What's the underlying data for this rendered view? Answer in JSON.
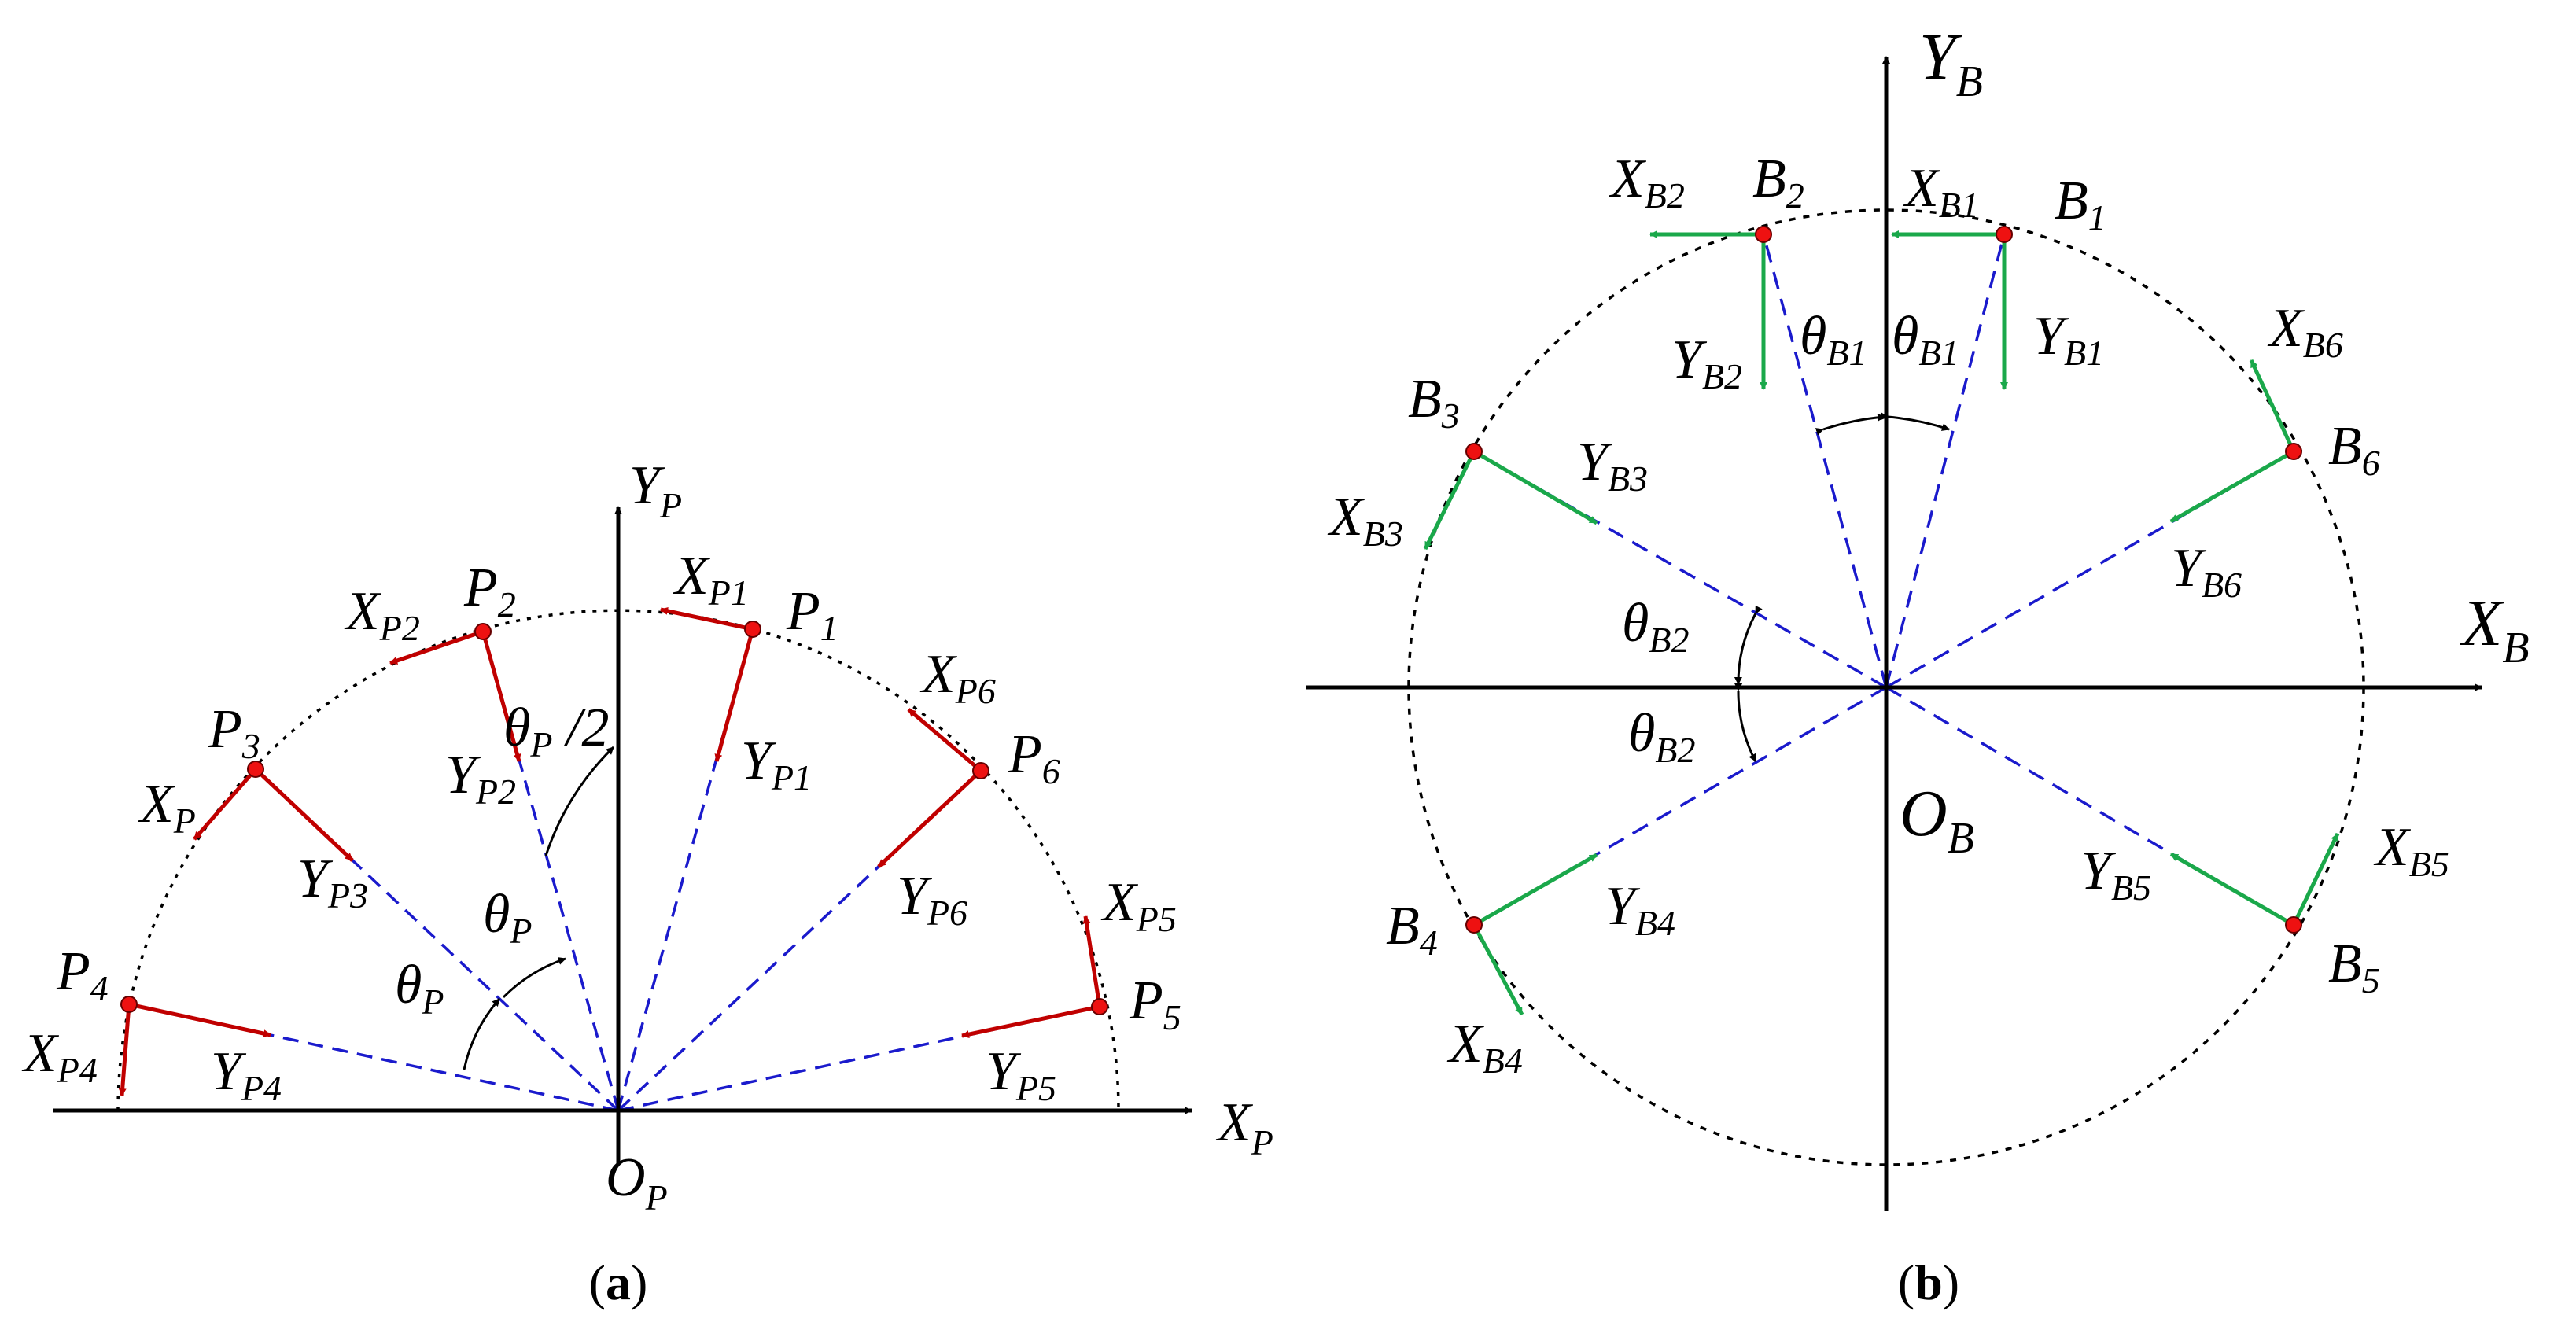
{
  "colors": {
    "platform_vector": "#c00000",
    "base_vector": "#1aa84a",
    "radial_line": "#1a1acc",
    "point_fill": "#ee1111",
    "circle": "#000000",
    "axis": "#000000"
  },
  "panel_a": {
    "caption": "a",
    "axis_x": {
      "main": "X",
      "sub": "P"
    },
    "axis_y": {
      "main": "Y",
      "sub": "P"
    },
    "origin": {
      "main": "O",
      "sub": "P"
    },
    "angle_half": {
      "main": "θ",
      "sub": "P",
      "suffix": " /2"
    },
    "angle_1": {
      "main": "θ",
      "sub": "P"
    },
    "angle_2": {
      "main": "θ",
      "sub": "P"
    },
    "points": [
      {
        "name": {
          "main": "P",
          "sub": "1"
        },
        "x_vec": {
          "main": "X",
          "sub": "P1"
        },
        "y_vec": {
          "main": "Y",
          "sub": "P1"
        }
      },
      {
        "name": {
          "main": "P",
          "sub": "2"
        },
        "x_vec": {
          "main": "X",
          "sub": "P2"
        },
        "y_vec": {
          "main": "Y",
          "sub": "P2"
        }
      },
      {
        "name": {
          "main": "P",
          "sub": "3"
        },
        "x_vec": {
          "main": "X",
          "sub": "P"
        },
        "y_vec": {
          "main": "Y",
          "sub": "P3"
        }
      },
      {
        "name": {
          "main": "P",
          "sub": "4"
        },
        "x_vec": {
          "main": "X",
          "sub": "P4"
        },
        "y_vec": {
          "main": "Y",
          "sub": "P4"
        }
      },
      {
        "name": {
          "main": "P",
          "sub": "5"
        },
        "x_vec": {
          "main": "X",
          "sub": "P5"
        },
        "y_vec": {
          "main": "Y",
          "sub": "P5"
        }
      },
      {
        "name": {
          "main": "P",
          "sub": "6"
        },
        "x_vec": {
          "main": "X",
          "sub": "P6"
        },
        "y_vec": {
          "main": "Y",
          "sub": "P6"
        }
      }
    ]
  },
  "panel_b": {
    "caption": "b",
    "axis_x": {
      "main": "X",
      "sub": "B"
    },
    "axis_y": {
      "main": "Y",
      "sub": "B"
    },
    "origin": {
      "main": "O",
      "sub": "B"
    },
    "angle_b1_left": {
      "main": "θ",
      "sub": "B1"
    },
    "angle_b1_right": {
      "main": "θ",
      "sub": "B1"
    },
    "angle_b2_upper": {
      "main": "θ",
      "sub": "B2"
    },
    "angle_b2_lower": {
      "main": "θ",
      "sub": "B2"
    },
    "points": [
      {
        "name": {
          "main": "B",
          "sub": "1"
        },
        "x_vec": {
          "main": "X",
          "sub": "B1"
        },
        "y_vec": {
          "main": "Y",
          "sub": "B1"
        }
      },
      {
        "name": {
          "main": "B",
          "sub": "2"
        },
        "x_vec": {
          "main": "X",
          "sub": "B2"
        },
        "y_vec": {
          "main": "Y",
          "sub": "B2"
        }
      },
      {
        "name": {
          "main": "B",
          "sub": "3"
        },
        "x_vec": {
          "main": "X",
          "sub": "B3"
        },
        "y_vec": {
          "main": "Y",
          "sub": "B3"
        }
      },
      {
        "name": {
          "main": "B",
          "sub": "4"
        },
        "x_vec": {
          "main": "X",
          "sub": "B4"
        },
        "y_vec": {
          "main": "Y",
          "sub": "B4"
        }
      },
      {
        "name": {
          "main": "B",
          "sub": "5"
        },
        "x_vec": {
          "main": "X",
          "sub": "B5"
        },
        "y_vec": {
          "main": "Y",
          "sub": "B5"
        }
      },
      {
        "name": {
          "main": "B",
          "sub": "6"
        },
        "x_vec": {
          "main": "X",
          "sub": "B6"
        },
        "y_vec": {
          "main": "Y",
          "sub": "B6"
        }
      }
    ]
  }
}
